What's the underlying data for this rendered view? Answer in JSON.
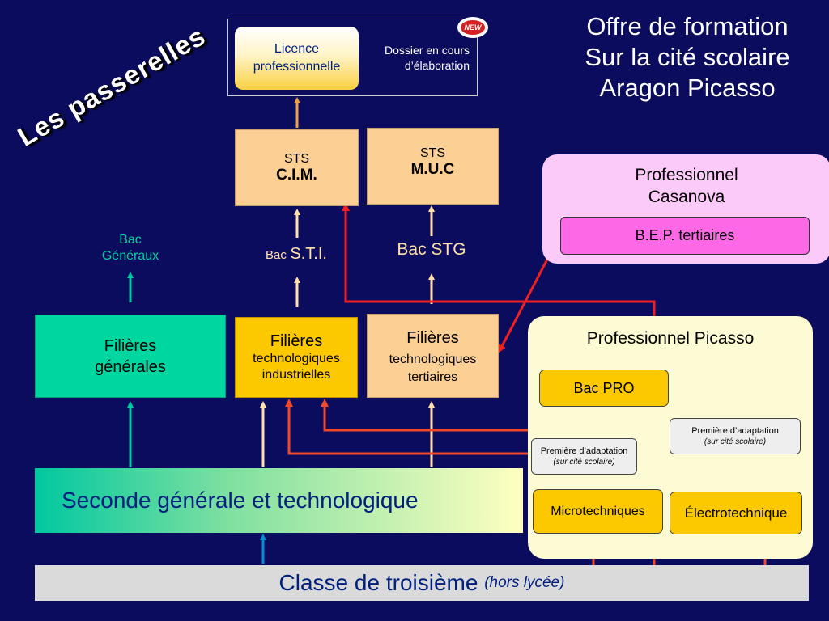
{
  "title": {
    "line1": "Offre de formation",
    "line2": "Sur la cité scolaire",
    "line3": "Aragon Picasso"
  },
  "passerelles": "Les passerelles",
  "licence": {
    "line1": "Licence",
    "line2": "professionnelle"
  },
  "dossier": {
    "line1": "Dossier en cours",
    "line2": "d’élaboration"
  },
  "new_badge": "NEW",
  "sts_cim": {
    "prefix": "STS",
    "code": "C.I.M."
  },
  "sts_muc": {
    "prefix": "STS",
    "code": "M.U.C"
  },
  "bac_generaux": {
    "line1": "Bac",
    "line2": "Généraux"
  },
  "bac_sti": {
    "small": "Bac",
    "big": "S.T.I."
  },
  "bac_stg": "Bac STG",
  "filieres_generales": {
    "line1": "Filières",
    "line2": "générales"
  },
  "filieres_indus": {
    "line1": "Filières",
    "line2": "technologiques",
    "line3": "industrielles"
  },
  "filieres_tert": {
    "line1": "Filières",
    "line2": "technologiques",
    "line3": "tertiaires"
  },
  "seconde": "Seconde générale et technologique",
  "troisieme": {
    "main": "Classe de troisième",
    "note": "(hors lycée)"
  },
  "casanova": {
    "line1": "Professionnel",
    "line2": "Casanova",
    "bep": "B.E.P. tertiaires"
  },
  "picasso": {
    "title": "Professionnel Picasso",
    "bac_pro": "Bac PRO",
    "adapt_left": {
      "line1": "Première d’adaptation",
      "line2": "(sur cité scolaire)"
    },
    "adapt_right": {
      "line1": "Première d’adaptation",
      "line2": "(sur cité scolaire)"
    },
    "microtechniques": "Microtechniques",
    "electrotechnique": "Électrotechnique"
  },
  "colors": {
    "background": "#0c0c5e",
    "arrow_orange": "#f0a040",
    "arrow_cream": "#ffe0a8",
    "arrow_teal": "#00c8a0",
    "arrow_blue": "#0090d0",
    "arrow_red": "#f02020",
    "arrow_redorange": "#f04828",
    "bac_text": "#00d0a0"
  }
}
